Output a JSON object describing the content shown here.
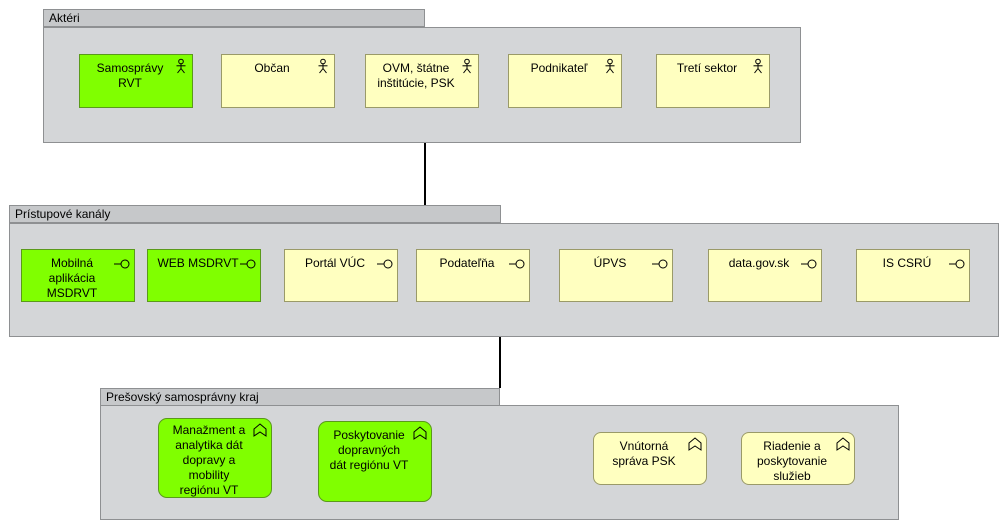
{
  "groups": [
    {
      "id": "akteri",
      "title": "Aktéri"
    },
    {
      "id": "pristupove",
      "title": "Prístupové kanály"
    },
    {
      "id": "psk",
      "title": "Prešovský samosprávny kraj"
    }
  ],
  "actors": [
    {
      "label": "Samosprávy\nRVT",
      "color": "green",
      "icon": "actor-icon"
    },
    {
      "label": "Občan",
      "color": "yellow",
      "icon": "actor-icon"
    },
    {
      "label": "OVM, štátne\ninštitúcie, PSK",
      "color": "yellow",
      "icon": "actor-icon"
    },
    {
      "label": "Podnikateľ",
      "color": "yellow",
      "icon": "actor-icon"
    },
    {
      "label": "Tretí sektor",
      "color": "yellow",
      "icon": "actor-icon"
    }
  ],
  "channels": [
    {
      "label": "Mobilná\naplikácia\nMSDRVT",
      "color": "green",
      "icon": "interface-icon"
    },
    {
      "label": "WEB MSDRVT",
      "color": "green",
      "icon": "interface-icon"
    },
    {
      "label": "Portál VÚC",
      "color": "yellow",
      "icon": "interface-icon"
    },
    {
      "label": "Podateľňa",
      "color": "yellow",
      "icon": "interface-icon"
    },
    {
      "label": "ÚPVS",
      "color": "yellow",
      "icon": "interface-icon"
    },
    {
      "label": "data.gov.sk",
      "color": "yellow",
      "icon": "interface-icon"
    },
    {
      "label": "IS CSRÚ",
      "color": "yellow",
      "icon": "interface-icon"
    }
  ],
  "functions": [
    {
      "label": "Manažment a\nanalytika dát\ndopravy a\nmobility\nregiónu VT",
      "color": "green",
      "icon": "function-icon"
    },
    {
      "label": "Poskytovanie\ndopravných\ndát regiónu VT",
      "color": "green",
      "icon": "function-icon"
    },
    {
      "label": "Vnútorná\nspráva PSK",
      "color": "yellow",
      "icon": "function-icon"
    },
    {
      "label": "Riadenie a\nposkytovanie\nslužieb",
      "color": "yellow",
      "icon": "function-icon"
    }
  ],
  "colors": {
    "green": "#80ff00",
    "yellow": "#ffffc0",
    "group": "#d4d6d8"
  }
}
